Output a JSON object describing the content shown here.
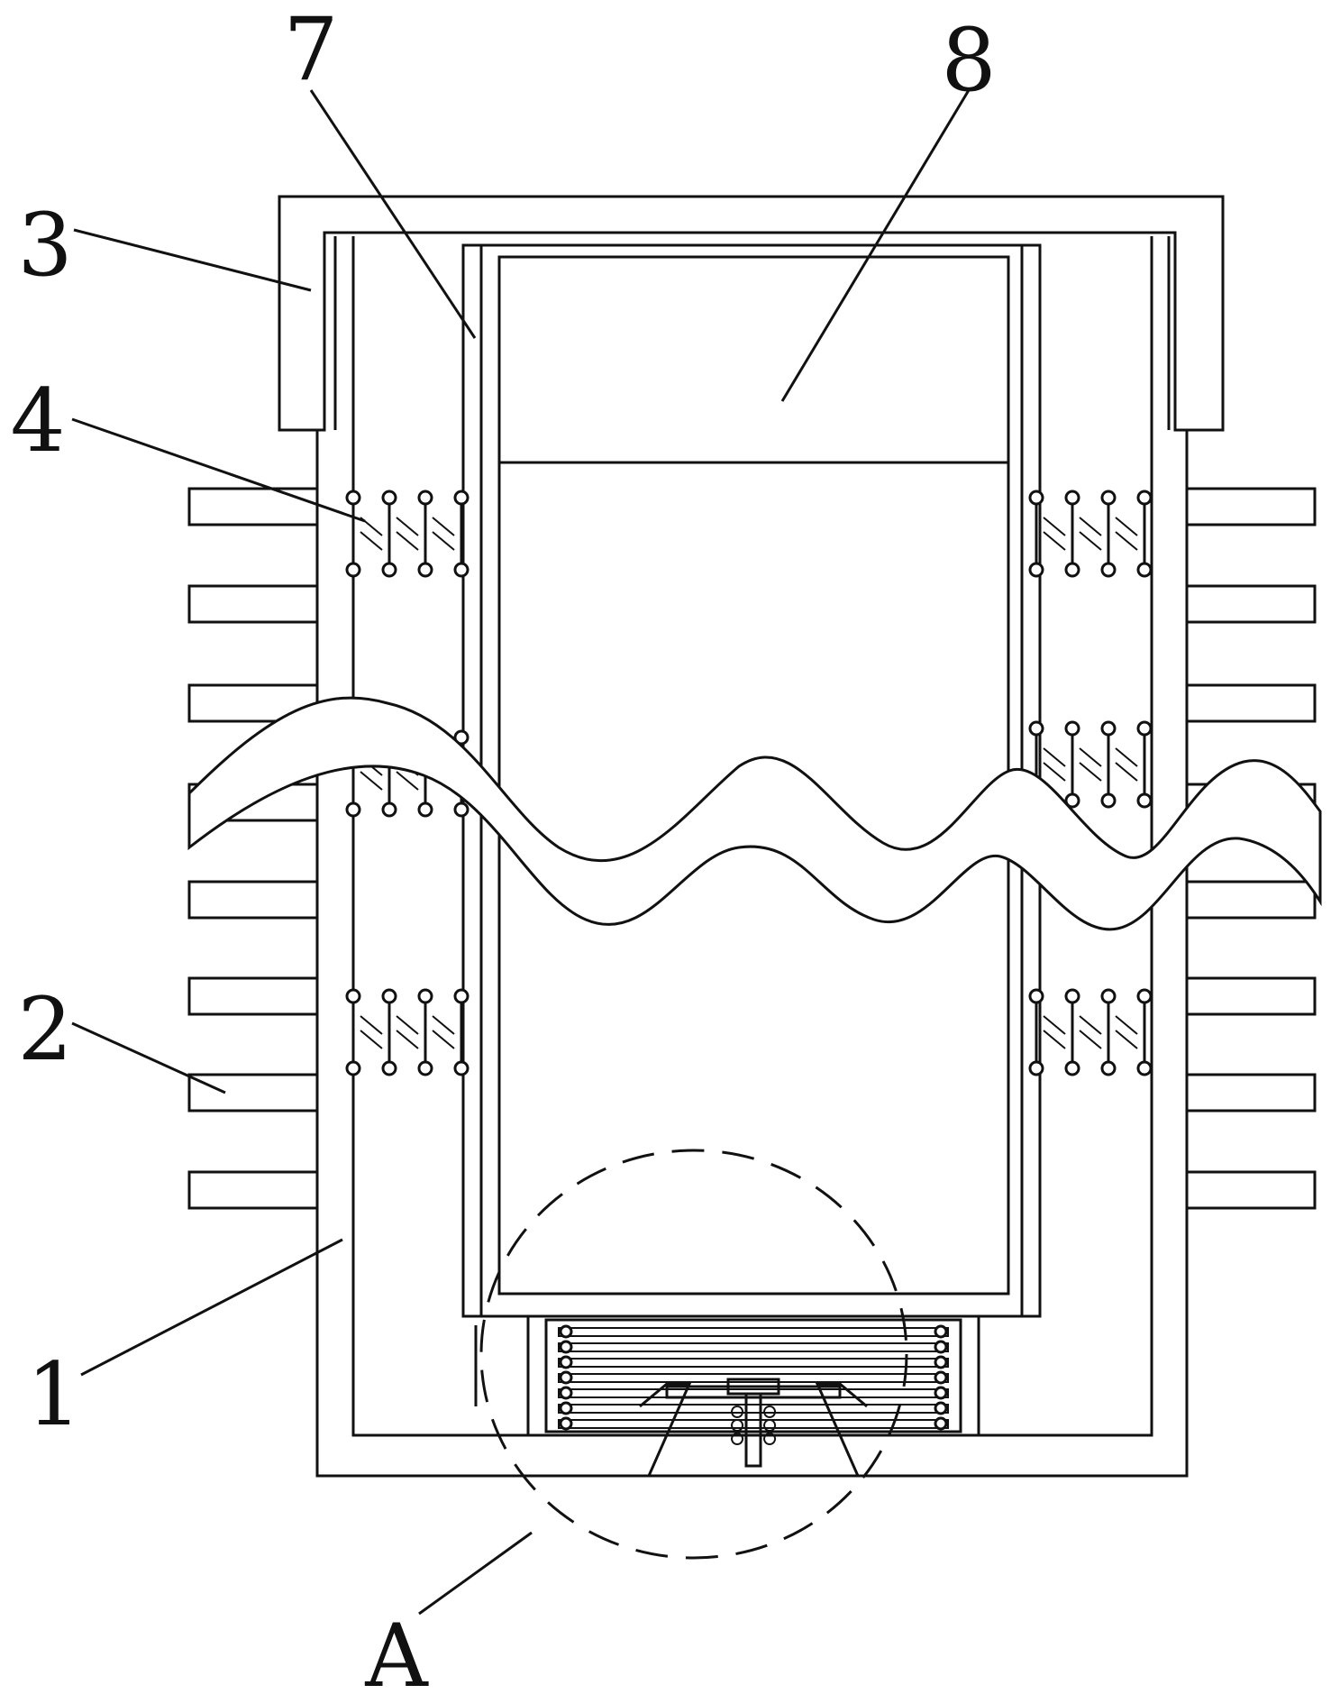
{
  "labels": {
    "part_1": "1",
    "part_2": "2",
    "part_3": "3",
    "part_4": "4",
    "part_7": "7",
    "part_8": "8",
    "detail_a": "A"
  },
  "colors": {
    "line": "#111111",
    "background": "#ffffff"
  }
}
